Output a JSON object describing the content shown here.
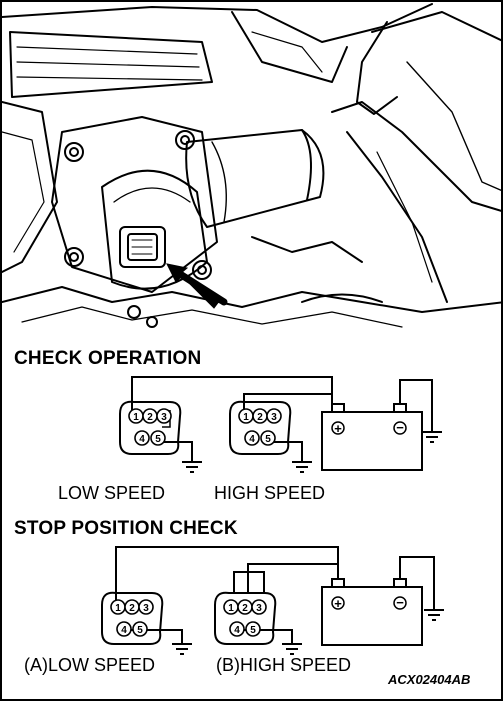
{
  "sections": {
    "check_operation": {
      "title": "CHECK OPERATION",
      "low_label": "LOW SPEED",
      "high_label": "HIGH SPEED"
    },
    "stop_position": {
      "title": "STOP POSITION CHECK",
      "low_label": "(A)LOW SPEED",
      "high_label": "(B)HIGH SPEED"
    }
  },
  "connector_pins": [
    "1",
    "2",
    "3",
    "4",
    "5"
  ],
  "battery": {
    "positive": "+",
    "negative": "−"
  },
  "figure_id": "ACX02404AB"
}
